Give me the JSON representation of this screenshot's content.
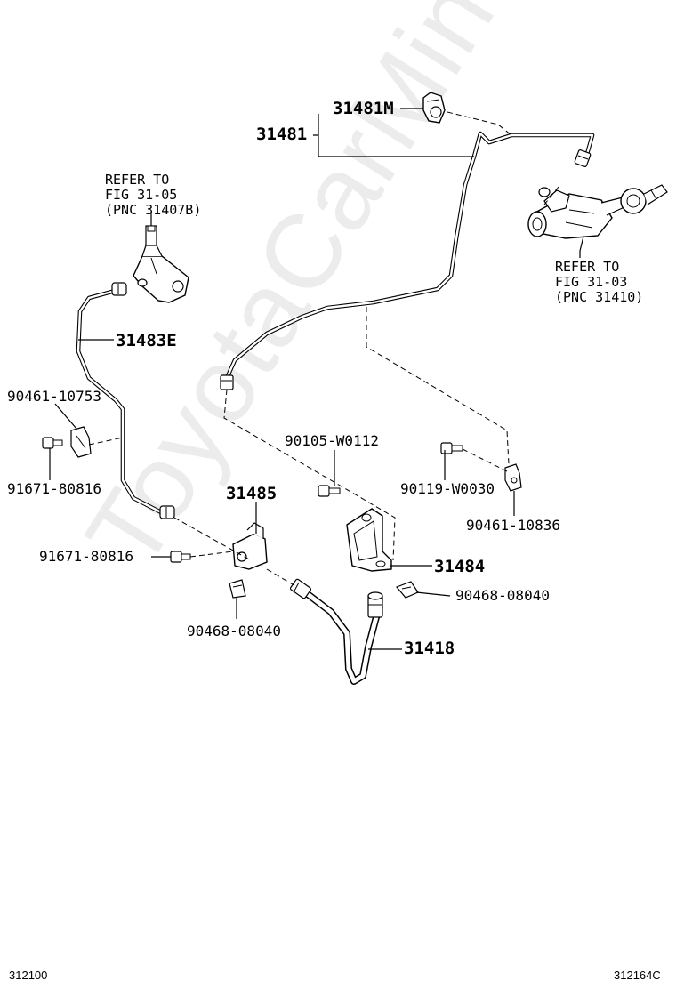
{
  "watermark": "ToyotaCarMiner.ru",
  "parts": {
    "p31481M": "31481M",
    "p31481": "31481",
    "p31483E": "31483E",
    "p90461_10753": "90461-10753",
    "p91671_80816_a": "91671-80816",
    "p90105_W0112": "90105-W0112",
    "p31485": "31485",
    "p90119_W0030": "90119-W0030",
    "p90461_10836": "90461-10836",
    "p91671_80816_b": "91671-80816",
    "p31484": "31484",
    "p90468_08040_a": "90468-08040",
    "p90468_08040_b": "90468-08040",
    "p31418": "31418"
  },
  "refs": {
    "left": {
      "line1": "REFER TO",
      "line2": "FIG 31-05",
      "line3": "(PNC 31407B)"
    },
    "right": {
      "line1": "REFER TO",
      "line2": "FIG 31-03",
      "line3": "(PNC 31410)"
    }
  },
  "footer": {
    "left": "312100",
    "right": "312164C"
  }
}
